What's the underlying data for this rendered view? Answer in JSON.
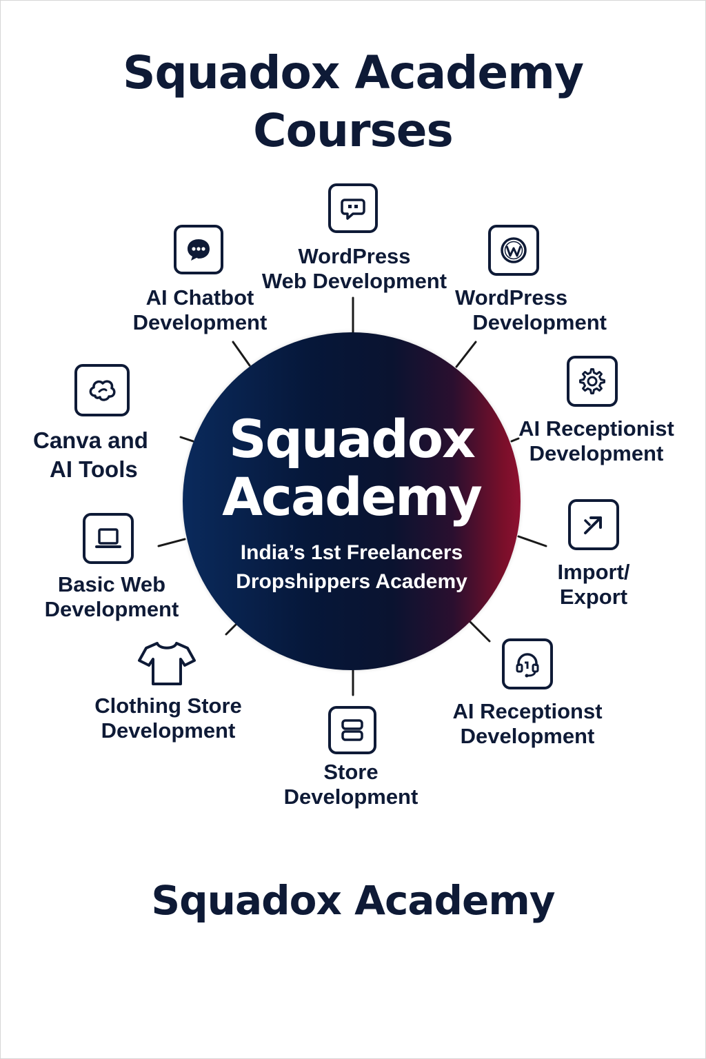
{
  "title": {
    "line1": "Squadox Academy",
    "line2": "Courses"
  },
  "hub": {
    "title_line1": "Squadox",
    "title_line2": "Academy",
    "subtitle_line1": "India’s 1st Freelancers",
    "subtitle_line2": "Dropshippers Academy"
  },
  "courses": [
    {
      "line1": "WordPress",
      "line2": "Web Development",
      "icon": "chat-bubble-icon"
    },
    {
      "line1": "WordPress",
      "line2": "Development",
      "icon": "wordpress-icon"
    },
    {
      "line1": "AI Receptionist",
      "line2": "Development",
      "icon": "gear-icon"
    },
    {
      "line1": "Import/",
      "line2": "Export",
      "icon": "arrow-out-icon"
    },
    {
      "line1": "AI Receptionst",
      "line2": "Development",
      "icon": "headset-icon"
    },
    {
      "line1": "Store",
      "line2": "Development",
      "icon": "store-icon"
    },
    {
      "line1": "Clothing Store",
      "line2": "Development",
      "icon": "tshirt-icon"
    },
    {
      "line1": "Basic Web",
      "line2": "Development",
      "icon": "laptop-icon"
    },
    {
      "line1": "Canva and",
      "line2": "AI Tools",
      "icon": "canva-icon"
    },
    {
      "line1": "AI Chatbot",
      "line2": "Development",
      "icon": "chat-dots-icon"
    }
  ],
  "footer": "Squadox Academy",
  "colors": {
    "text": "#0e1a36",
    "hub_left": "#0a2a5c",
    "hub_mid": "#061739",
    "hub_right": "#8e1030"
  }
}
